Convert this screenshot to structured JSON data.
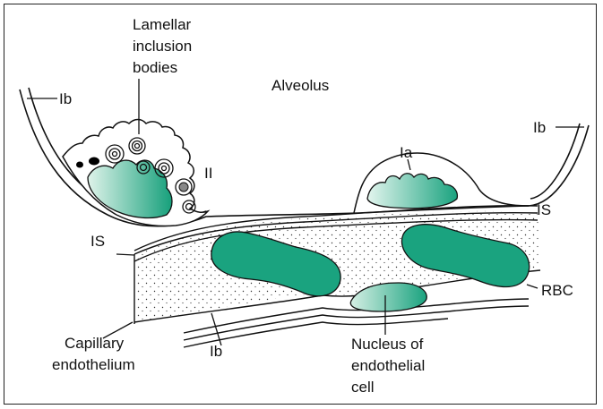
{
  "labels": {
    "lamellar_line1": "Lamellar",
    "lamellar_line2": "inclusion",
    "lamellar_line3": "bodies",
    "alveolus": "Alveolus",
    "ib": "Ib",
    "ia": "Ia",
    "ii": "II",
    "is": "IS",
    "rbc": "RBC",
    "capillary_line1": "Capillary",
    "capillary_line2": "endothelium",
    "nucleus_line1": "Nucleus of",
    "nucleus_line2": "endothelial",
    "nucleus_line3": "cell"
  },
  "colors": {
    "nucleus_fill": "#1aa37f",
    "nucleus_light": "#d8f0e6",
    "stroke": "#111111"
  }
}
